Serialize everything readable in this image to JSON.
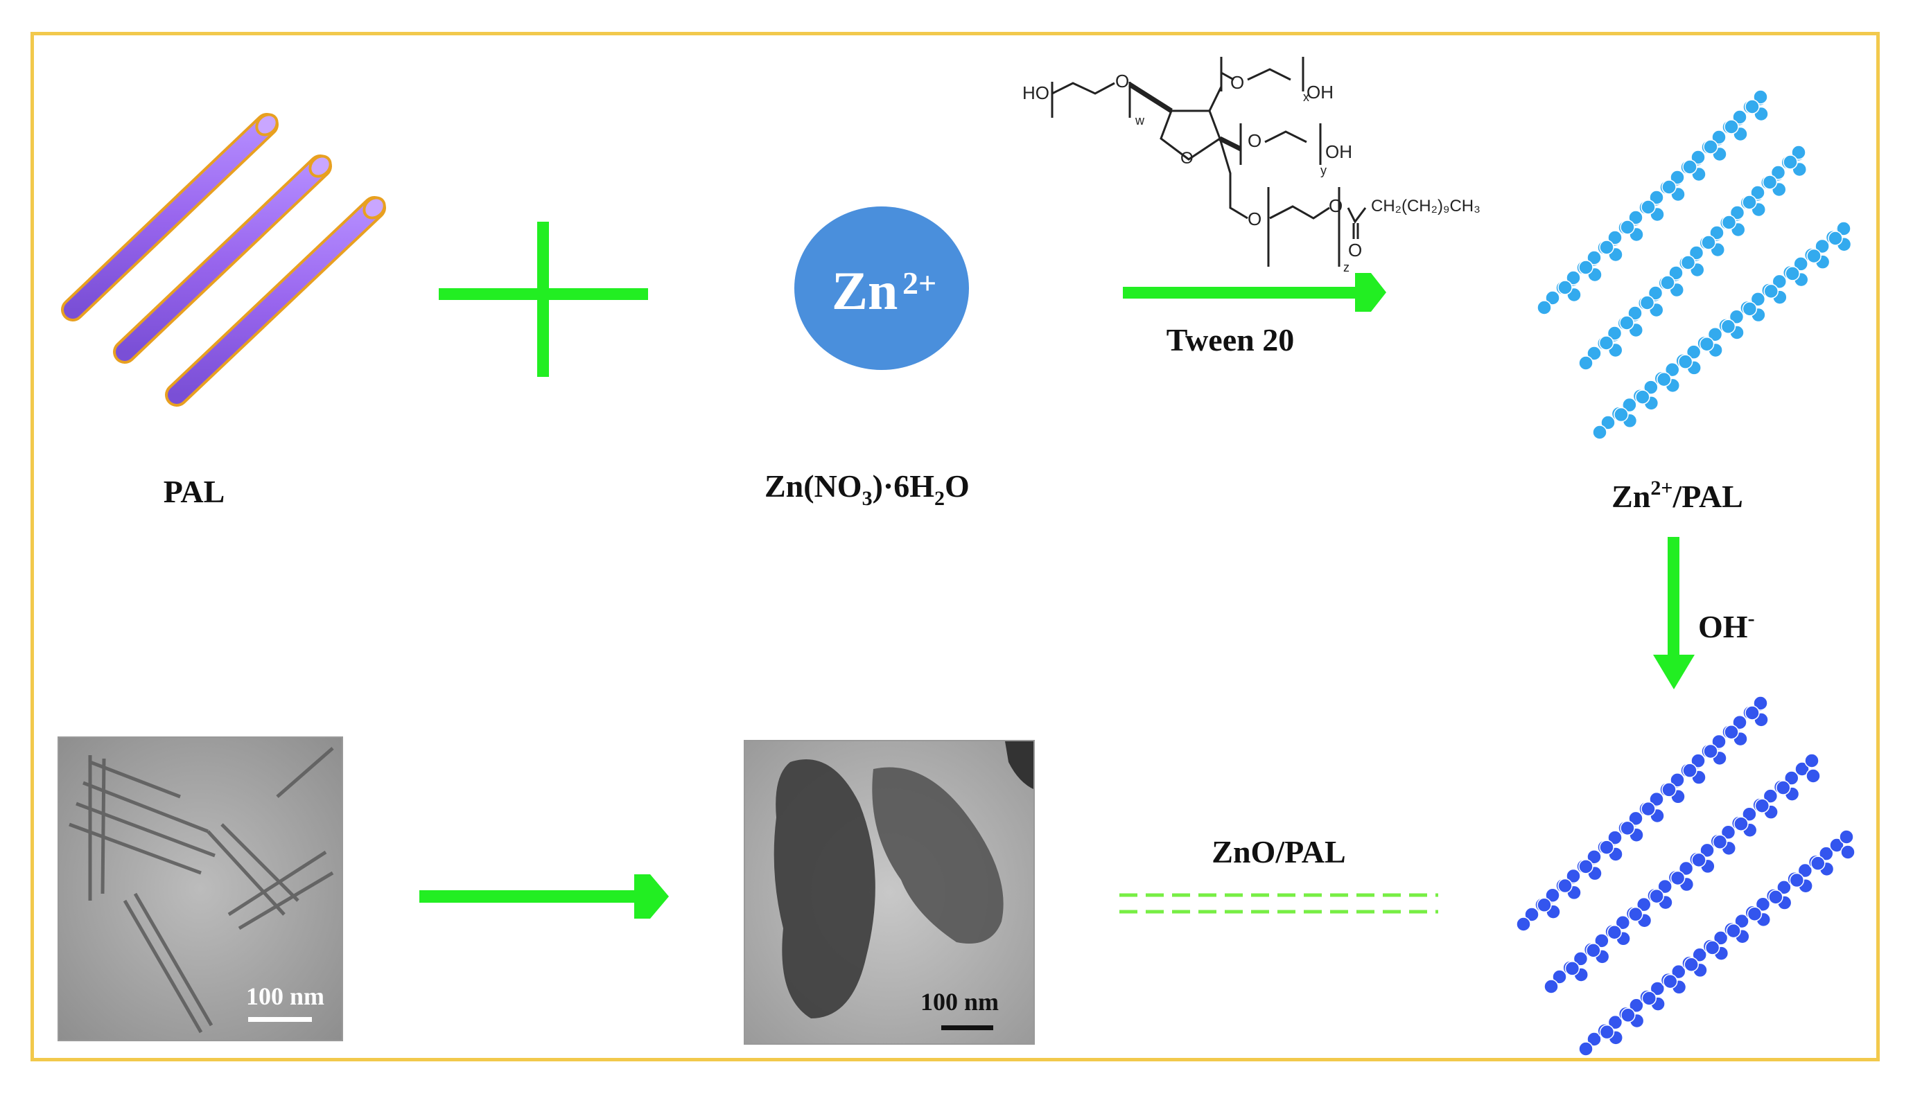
{
  "labels": {
    "pal": "PAL",
    "zn_ion": "Zn",
    "zn_ion_charge": "2+",
    "zn_salt_prefix": "Zn(NO",
    "zn_salt_sub3": "3",
    "zn_salt_mid": ")·6H",
    "zn_salt_sub2": "2",
    "zn_salt_suffix": "O",
    "tween": "Tween 20",
    "zn_pal_prefix": "Zn",
    "zn_pal_charge": "2+",
    "zn_pal_suffix": "/PAL",
    "oh": "OH",
    "oh_charge": "-",
    "zno_pal": "ZnO/PAL",
    "scale_left": "100 nm",
    "scale_right": "100 nm"
  },
  "chem": {
    "ho": "HO",
    "o": "O",
    "w": "w",
    "x": "x",
    "y": "y",
    "z": "z",
    "oh": "OH",
    "chain": "CH₂(CH₂)₉CH₃"
  },
  "colors": {
    "border": "#f2c94c",
    "arrow": "#22ee22",
    "rod": "#9966ee",
    "rod_edge": "#f0a020",
    "zn_circle": "#4a8fdc",
    "bead_light": "#33aaee",
    "bead_dark": "#3355ee",
    "dash": "#77ee44"
  },
  "icons": [
    "plus-icon",
    "arrow-right-icon",
    "arrow-down-icon",
    "nanorod-icon",
    "zinc-ion-icon"
  ]
}
